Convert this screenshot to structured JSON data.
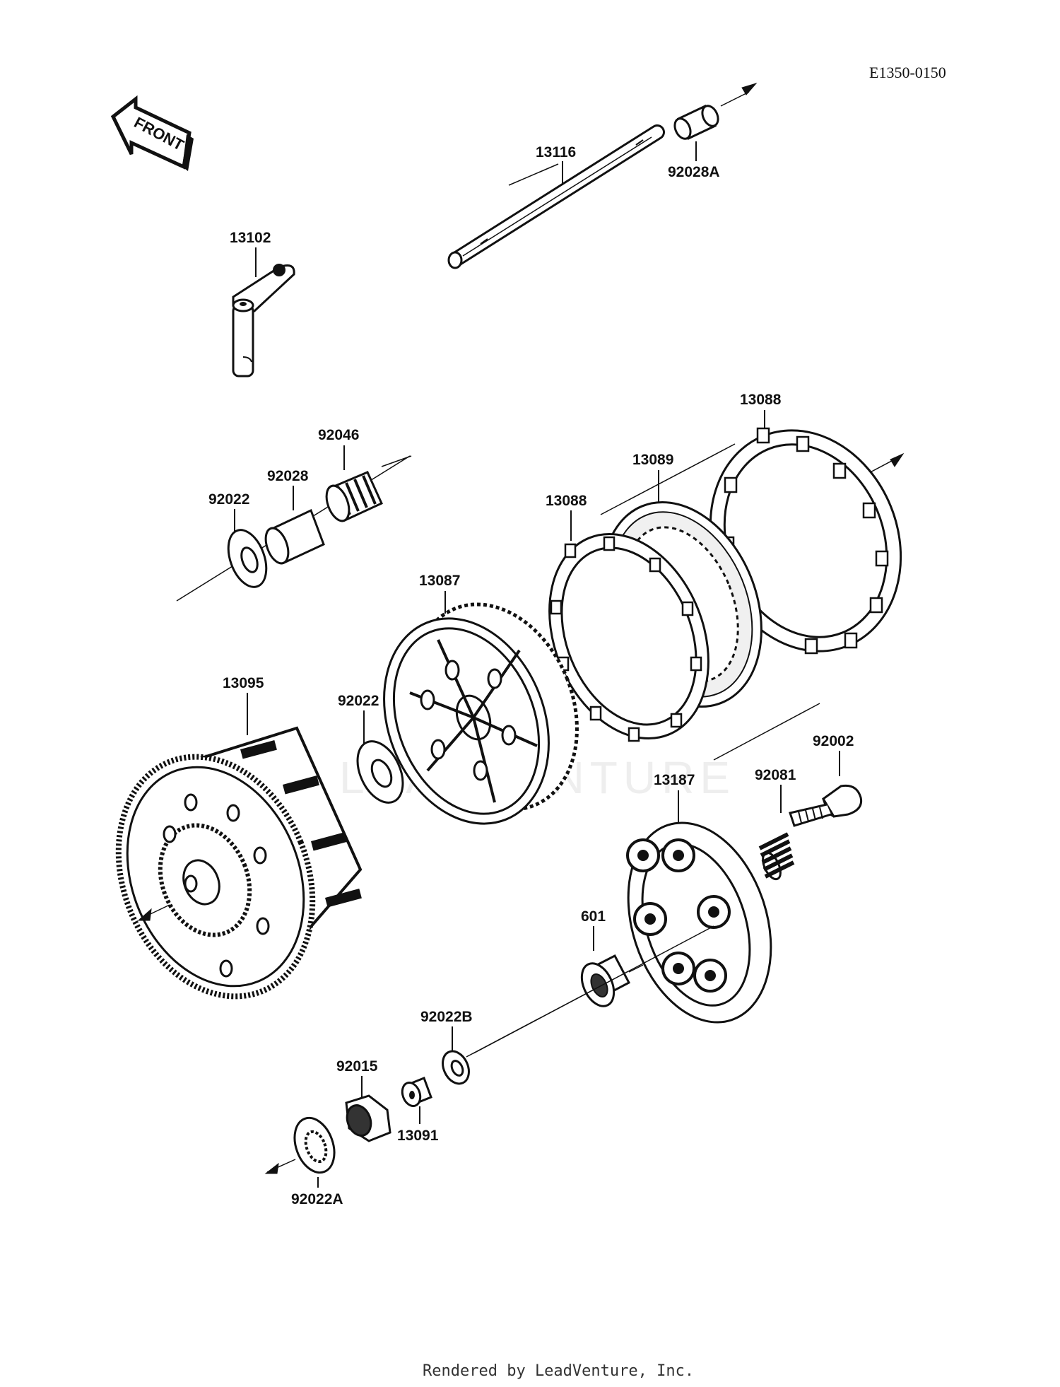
{
  "diagram": {
    "code": "E1350-0150",
    "front_label": "FRONT",
    "watermark": "LEADVENTURE",
    "footer": "Rendered by LeadVenture, Inc.",
    "callouts": {
      "p13116": "13116",
      "p92028A": "92028A",
      "p13102": "13102",
      "p92046": "92046",
      "p92028": "92028",
      "p92022_top": "92022",
      "p13088_top": "13088",
      "p13089": "13089",
      "p13088_mid": "13088",
      "p13087": "13087",
      "p13095": "13095",
      "p92022_mid": "92022",
      "p92002": "92002",
      "p92081": "92081",
      "p13187": "13187",
      "p601": "601",
      "p92022B": "92022B",
      "p92015": "92015",
      "p13091": "13091",
      "p92022A": "92022A"
    }
  }
}
